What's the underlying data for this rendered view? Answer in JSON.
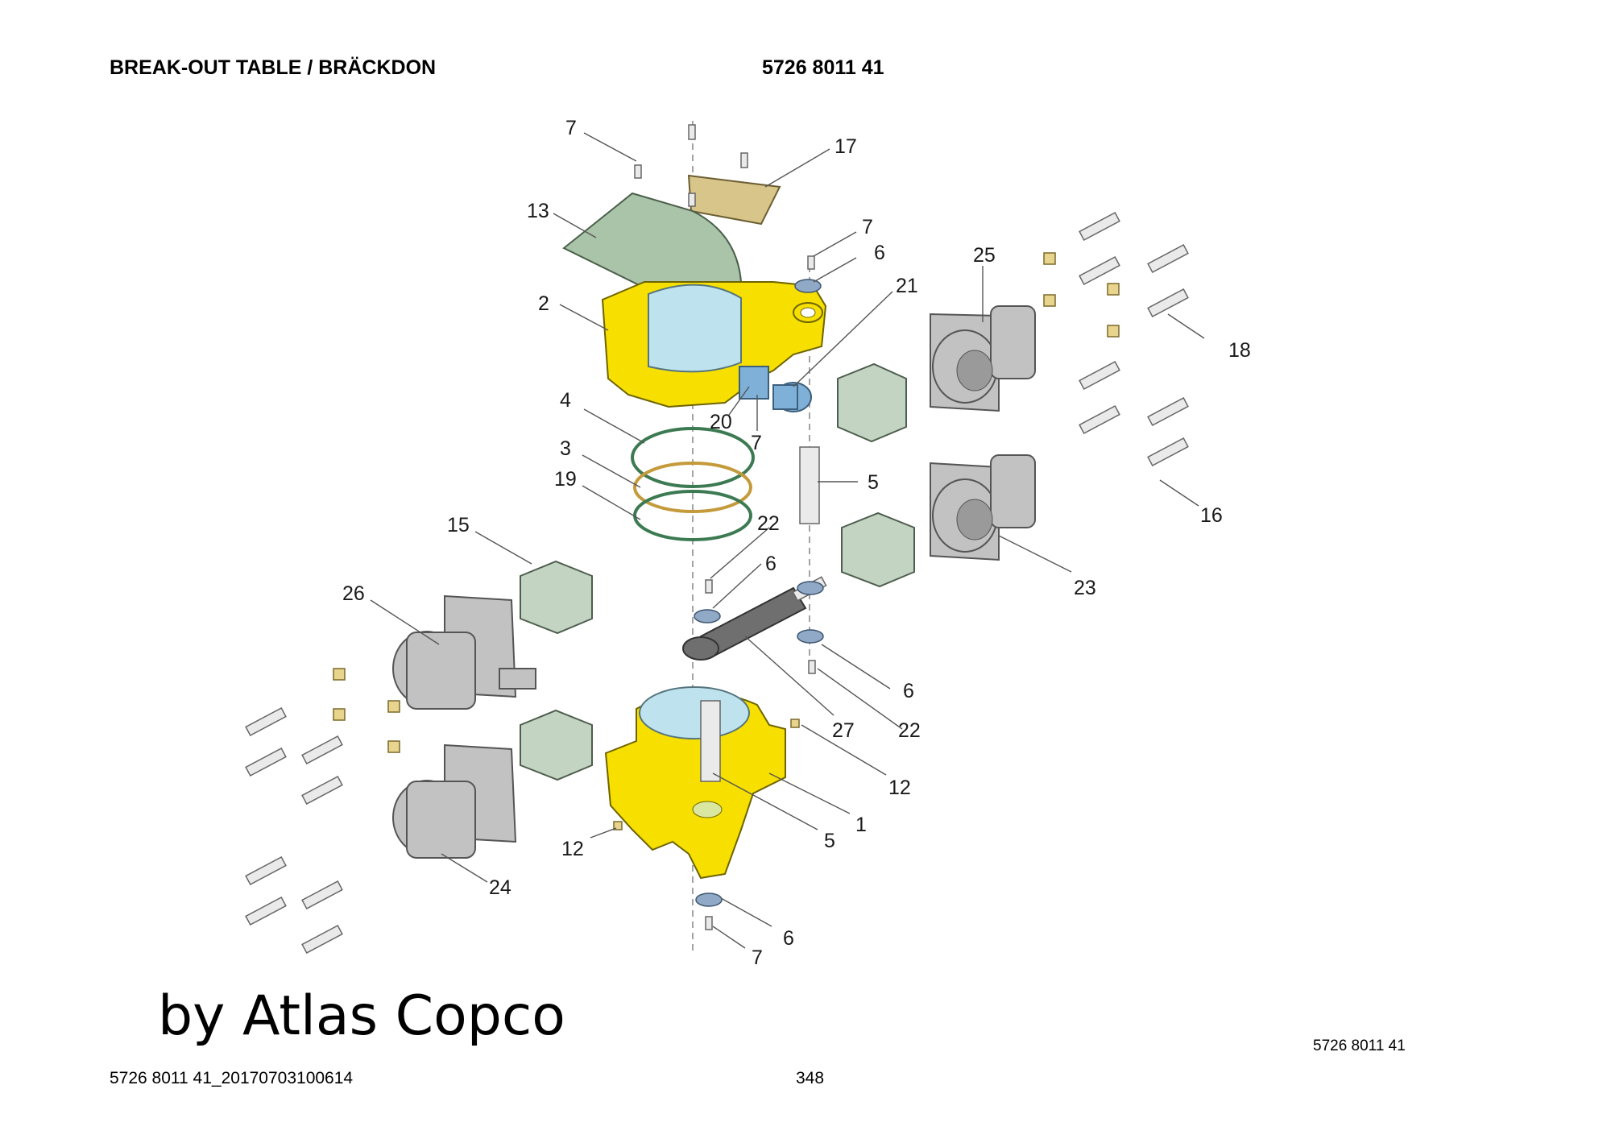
{
  "header": {
    "title": "BREAK-OUT TABLE / BRÄCKDON",
    "part_number": "5726 8011 41"
  },
  "diagram": {
    "callouts": [
      "7",
      "17",
      "13",
      "7",
      "6",
      "21",
      "25",
      "2",
      "18",
      "4",
      "20",
      "7",
      "3",
      "5",
      "19",
      "16",
      "15",
      "22",
      "6",
      "23",
      "26",
      "27",
      "6",
      "22",
      "12",
      "1",
      "5",
      "12",
      "24",
      "6",
      "7"
    ]
  },
  "watermark": "by Atlas Copco",
  "footer": {
    "right_code": "5726 8011 41",
    "document_id": "5726 8011 41_20170703100614",
    "page_number": "348"
  },
  "colors": {
    "housing": "#f7e000",
    "cover": "#a9c4a9",
    "plate": "#d8c58a",
    "accent": "#7fb0d8",
    "motor": "#c2c2c2"
  }
}
